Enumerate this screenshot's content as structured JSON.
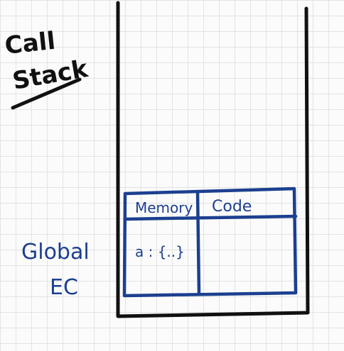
{
  "title": {
    "line1": "Call",
    "line2": "Stack"
  },
  "context_label": {
    "line1": "Global",
    "line2": "EC"
  },
  "execution_context": {
    "memory_header": "Memory",
    "code_header": "Code",
    "memory_entry": "a : {..}",
    "code_entry": ""
  },
  "colors": {
    "ink_black": "#111111",
    "ink_blue": "#1c3f8f",
    "grid": "#e3e3e3",
    "background": "#fbfbfb"
  }
}
